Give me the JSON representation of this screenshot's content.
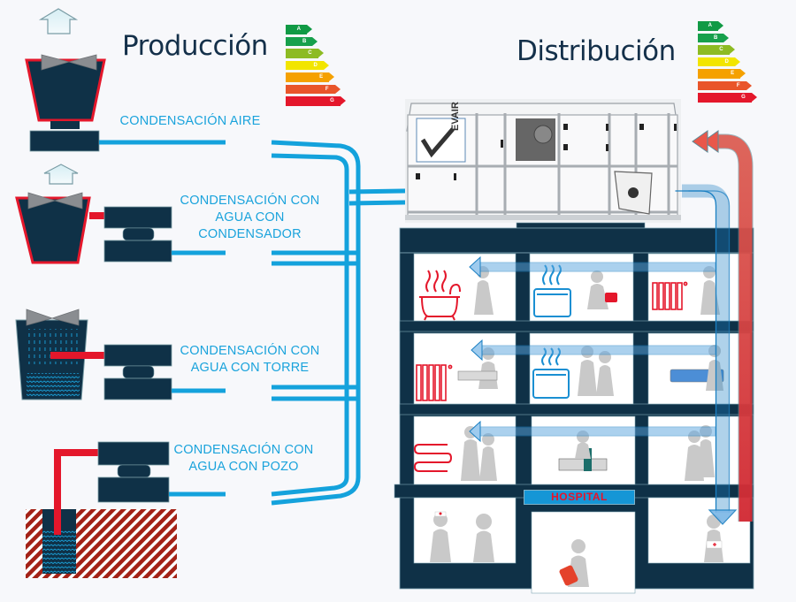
{
  "headings": {
    "production": "Producción",
    "distribution": "Distribución"
  },
  "energy_scale": {
    "classes": [
      "A",
      "B",
      "C",
      "D",
      "E",
      "F",
      "G"
    ],
    "colors": [
      "#119a45",
      "#17a04c",
      "#8dbb23",
      "#f2e500",
      "#f5a100",
      "#e9552a",
      "#e4172b"
    ]
  },
  "production_systems": [
    {
      "id": "air",
      "label_lines": [
        "CONDENSACIÓN AIRE"
      ]
    },
    {
      "id": "water-condenser",
      "label_lines": [
        "CONDENSACIÓN CON",
        "AGUA CON",
        "CONDENSADOR"
      ]
    },
    {
      "id": "water-tower",
      "label_lines": [
        "CONDENSACIÓN CON",
        "AGUA CON TORRE"
      ]
    },
    {
      "id": "water-well",
      "label_lines": [
        "CONDENSACIÓN CON",
        "AGUA CON POZO"
      ]
    }
  ],
  "air_handling_unit": {
    "brand": "EVAIR"
  },
  "building": {
    "sign": "HOSPITAL",
    "floors": 4
  },
  "colors": {
    "pipe_blue": "#14a2dc",
    "dark_navy": "#0f3147",
    "hot_red": "#e4172b",
    "title_navy": "#14304a"
  }
}
